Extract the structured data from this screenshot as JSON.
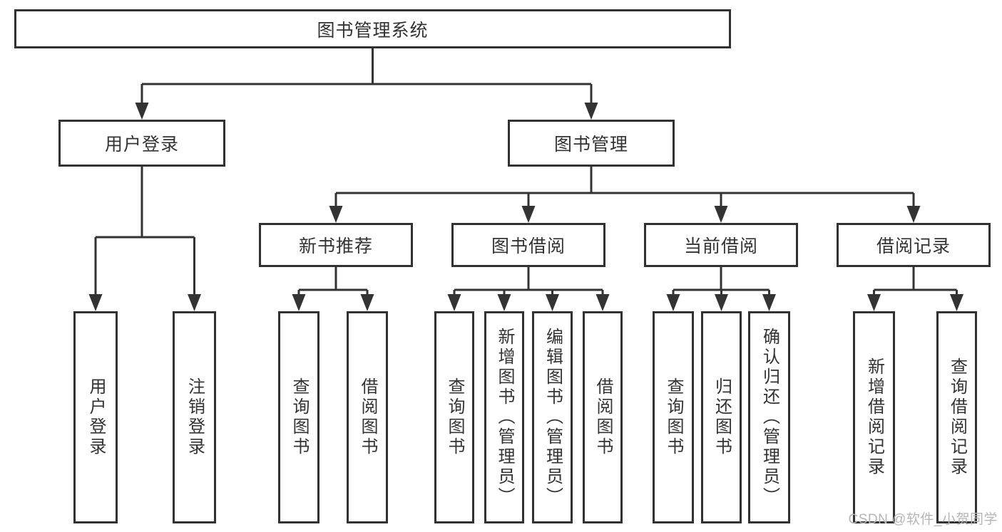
{
  "tree": {
    "root": "图书管理系统",
    "children": [
      {
        "label": "用户登录",
        "children": [
          "用户登录",
          "注销登录"
        ]
      },
      {
        "label": "图书管理",
        "children": [
          {
            "label": "新书推荐",
            "children": [
              "查询图书",
              "借阅图书"
            ]
          },
          {
            "label": "图书借阅",
            "children": [
              "查询图书",
              "新增图书（管理员）",
              "编辑图书（管理员）",
              "借阅图书"
            ]
          },
          {
            "label": "当前借阅",
            "children": [
              "查询图书",
              "归还图书",
              "确认归还（管理员）"
            ]
          },
          {
            "label": "借阅记录",
            "children": [
              "新增借阅记录",
              "查询借阅记录"
            ]
          }
        ]
      }
    ]
  },
  "watermark": "CSDN @软件_小贺同学",
  "colors": {
    "line": "#333333",
    "border": "#323232",
    "text": "#333333",
    "watermark": "#b5b5b5",
    "background": "#ffffff"
  }
}
